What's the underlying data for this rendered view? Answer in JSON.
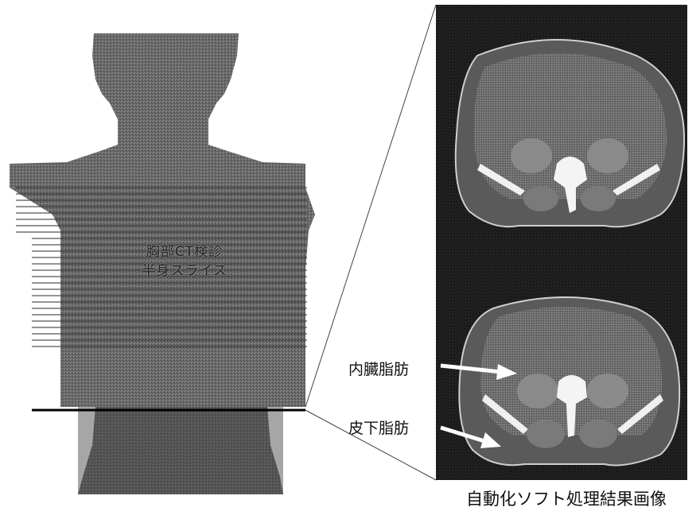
{
  "torso": {
    "label_line1": "胸部CT検診",
    "label_line2": "半身スライス"
  },
  "annotations": {
    "visceral_fat": "内臓脂肪",
    "subcutaneous_fat": "皮下脂肪"
  },
  "caption": "自動化ソフト処理結果画像",
  "colors": {
    "background": "#ffffff",
    "ct_panel": "#1a1a1a",
    "arrow": "#ffffff"
  }
}
